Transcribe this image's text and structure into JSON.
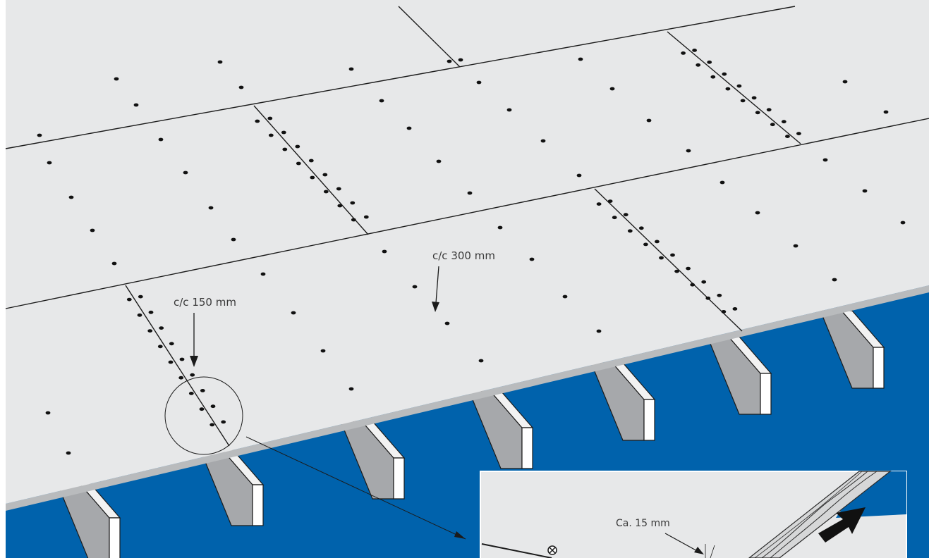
{
  "diagram": {
    "labels": {
      "spacing_edge": "c/c 150 mm",
      "spacing_field": "c/c 300 mm",
      "edge_distance": "Ca. 15 mm"
    },
    "colors": {
      "background_blue": "#0062ac",
      "board_fill": "#e7e8e9",
      "board_edge": "#b9bbbd",
      "joist_side": "#a6a8ab",
      "joist_top": "#f2f2f2",
      "line": "#1b1b1b",
      "screw": "#111111"
    }
  }
}
